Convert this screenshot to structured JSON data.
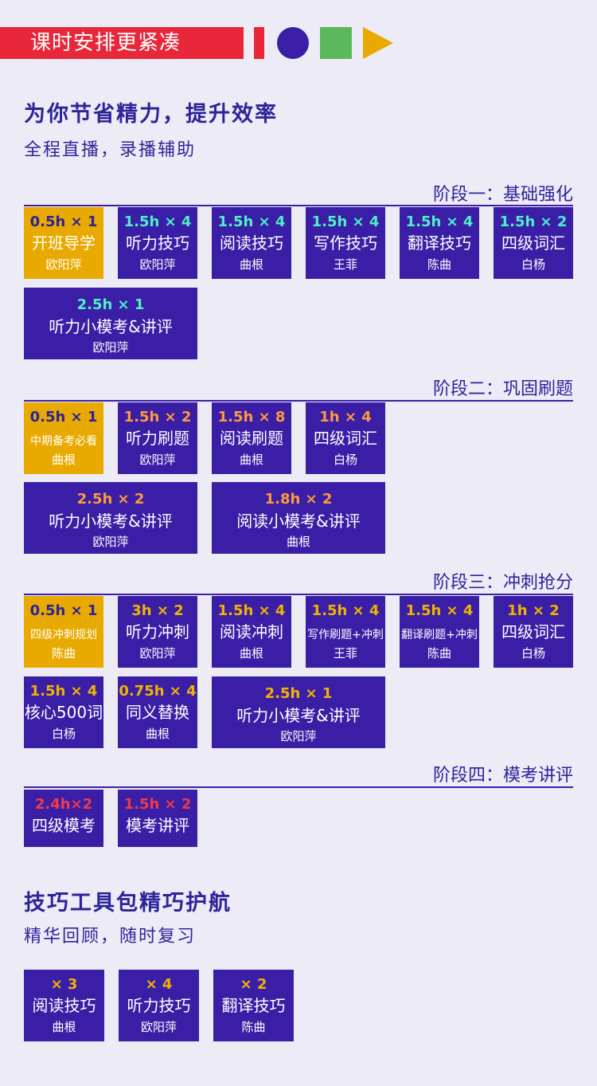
{
  "header": {
    "banner_title": "课时安排更紧凑",
    "headline": "为你节省精力，提升效率",
    "subline": "全程直播，录播辅助"
  },
  "colors": {
    "card_blue": "#3a1fa6",
    "card_gold": "#e8aa00",
    "banner_red": "#e8273a",
    "square_green": "#5cb85c",
    "duration_cyan": "#4df0c8",
    "duration_orange": "#ff9a3c",
    "duration_red": "#f03a4a",
    "background": "#edecf6"
  },
  "stages": [
    {
      "title": "阶段一：基础强化",
      "cards": [
        {
          "dur": "0.5h × 1",
          "name": "开班导学",
          "teacher": "欧阳萍"
        },
        {
          "dur": "1.5h × 4",
          "name": "听力技巧",
          "teacher": "欧阳萍"
        },
        {
          "dur": "1.5h × 4",
          "name": "阅读技巧",
          "teacher": "曲根"
        },
        {
          "dur": "1.5h × 4",
          "name": "写作技巧",
          "teacher": "王菲"
        },
        {
          "dur": "1.5h × 4",
          "name": "翻译技巧",
          "teacher": "陈曲"
        },
        {
          "dur": "1.5h × 2",
          "name": "四级词汇",
          "teacher": "白杨"
        },
        {
          "dur": "2.5h × 1",
          "name": "听力小模考&讲评",
          "teacher": "欧阳萍"
        }
      ]
    },
    {
      "title": "阶段二：巩固刷题",
      "cards": [
        {
          "dur": "0.5h × 1",
          "name": "中期备考必看",
          "teacher": "曲根"
        },
        {
          "dur": "1.5h × 2",
          "name": "听力刷题",
          "teacher": "欧阳萍"
        },
        {
          "dur": "1.5h × 8",
          "name": "阅读刷题",
          "teacher": "曲根"
        },
        {
          "dur": "1h × 4",
          "name": "四级词汇",
          "teacher": "白杨"
        },
        {
          "dur": "2.5h × 2",
          "name": "听力小模考&讲评",
          "teacher": "欧阳萍"
        },
        {
          "dur": "1.8h × 2",
          "name": "阅读小模考&讲评",
          "teacher": "曲根"
        }
      ]
    },
    {
      "title": "阶段三：冲刺抢分",
      "cards": [
        {
          "dur": "0.5h × 1",
          "name": "四级冲刺规划",
          "teacher": "陈曲"
        },
        {
          "dur": "3h × 2",
          "name": "听力冲刺",
          "teacher": "欧阳萍"
        },
        {
          "dur": "1.5h × 4",
          "name": "阅读冲刺",
          "teacher": "曲根"
        },
        {
          "dur": "1.5h × 4",
          "name": "写作刷题+冲刺",
          "teacher": "王菲"
        },
        {
          "dur": "1.5h × 4",
          "name": "翻译刷题+冲刺",
          "teacher": "陈曲"
        },
        {
          "dur": "1h × 2",
          "name": "四级词汇",
          "teacher": "白杨"
        },
        {
          "dur": "1.5h × 4",
          "name": "核心500词",
          "teacher": "白杨"
        },
        {
          "dur": "0.75h × 4",
          "name": "同义替换",
          "teacher": "曲根"
        },
        {
          "dur": "2.5h × 1",
          "name": "听力小模考&讲评",
          "teacher": "欧阳萍"
        }
      ]
    },
    {
      "title": "阶段四：模考讲评",
      "cards": [
        {
          "dur": "2.4h×2",
          "name": "四级模考"
        },
        {
          "dur": "1.5h × 2",
          "name": "模考讲评"
        }
      ]
    }
  ],
  "toolkit": {
    "headline": "技巧工具包精巧护航",
    "subline": "精华回顾，随时复习",
    "cards": [
      {
        "dur": "× 3",
        "name": "阅读技巧",
        "teacher": "曲根"
      },
      {
        "dur": "× 4",
        "name": "听力技巧",
        "teacher": "欧阳萍"
      },
      {
        "dur": "× 2",
        "name": "翻译技巧",
        "teacher": "陈曲"
      }
    ]
  }
}
